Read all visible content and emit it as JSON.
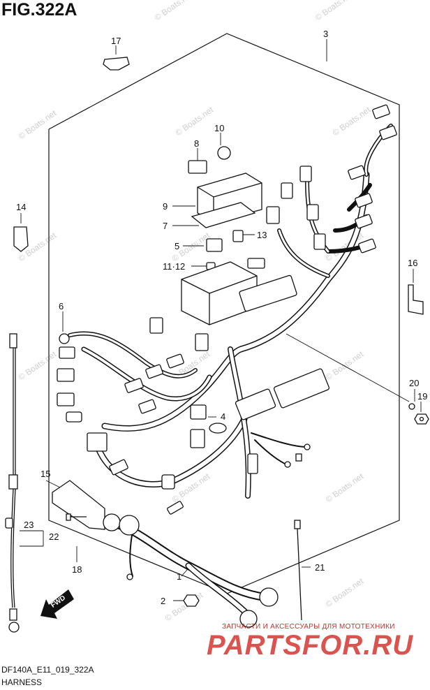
{
  "figure_title": "FIG.322A",
  "callouts": {
    "c1": "1",
    "c2": "2",
    "c3": "3",
    "c4": "4",
    "c5": "5",
    "c6": "6",
    "c7": "7",
    "c8": "8",
    "c9": "9",
    "c10": "10",
    "c11_12": "11·12",
    "c13": "13",
    "c14": "14",
    "c15": "15",
    "c16": "16",
    "c17": "17",
    "c18": "18",
    "c19": "19",
    "c20": "20",
    "c21": "21",
    "c22": "22",
    "c23": "23"
  },
  "watermark": "© Boats.net",
  "fwd_label": "FWD",
  "footer": {
    "diagram_code": "DF140A_E11_019_322A",
    "part_name": "HARNESS"
  },
  "brand": {
    "tagline": "ЗАПЧАСТИ И АКСЕССУАРЫ ДЛЯ МОТОТЕХНИКИ",
    "logo": "PARTSFOR.RU"
  }
}
